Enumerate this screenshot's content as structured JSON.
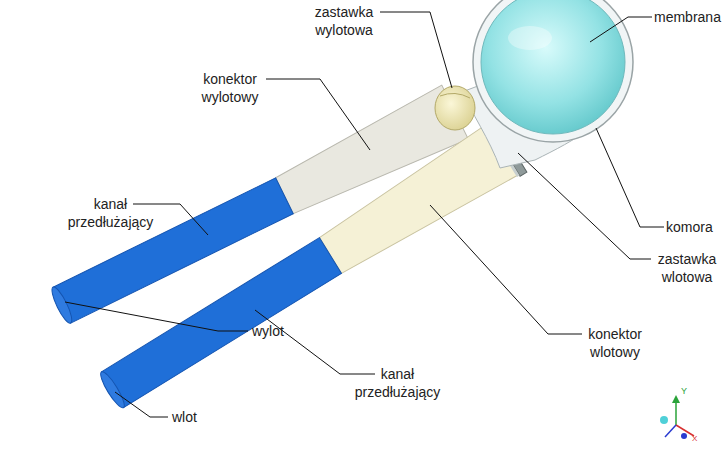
{
  "diagram": {
    "labels": [
      "membrana",
      "zastawka wylotowa",
      "konektor wylotowy",
      "kanał przedłużający",
      "komora",
      "zastawka wlotowa",
      "konektor wlotowy",
      "wylot",
      "kanał przedłużający",
      "wlot",
      "Y",
      "X"
    ]
  }
}
